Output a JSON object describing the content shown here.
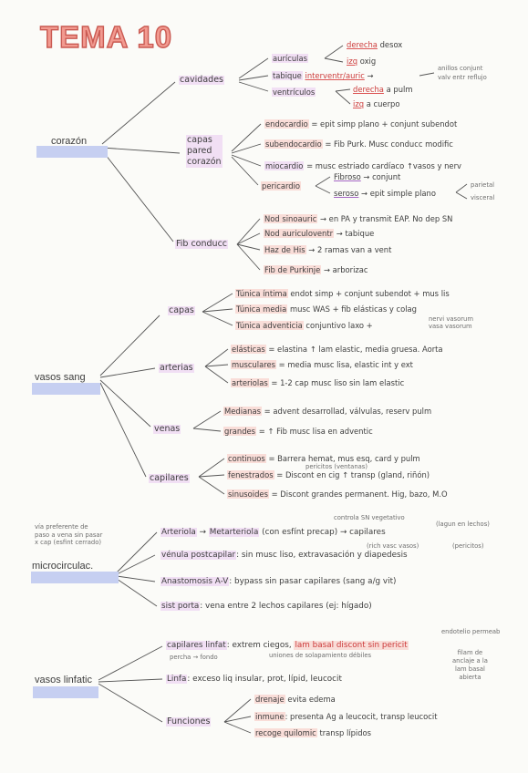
{
  "title": "TEMA 10",
  "sections": {
    "corazon": "corazón",
    "vasos_sang": "vasos sang",
    "microcirculac": "microcirculac.",
    "vasos_linfatic": "vasos linfatic"
  },
  "corazon": {
    "cavidades": "cavidades",
    "auriculas": "aurículas",
    "derecha_desox": [
      "derecha",
      "desox"
    ],
    "izq_oxig": [
      "izq",
      "oxig"
    ],
    "tabique": "tabique",
    "interventr": "interventr/auric",
    "anillos": [
      "anillos conjunt",
      "valv entr reflujo"
    ],
    "ventriculos": "ventrículos",
    "derecha_pulm": [
      "derecha",
      "a pulm"
    ],
    "izq_cuerpo": [
      "izq",
      "a cuerpo"
    ],
    "capas_pared": [
      "capas",
      "pared",
      "corazón"
    ],
    "endocardio": [
      "endocardio",
      "= epit simp plano + conjunt subendot"
    ],
    "subendocardio": [
      "subendocardio",
      "= Fib Purk. Musc conducc modific"
    ],
    "miocardio": [
      "miocardio",
      "= musc estriado cardíaco ↑vasos y nerv"
    ],
    "pericardio": "pericardio",
    "fibroso": [
      "Fibroso",
      "conjunt"
    ],
    "seroso": [
      "seroso",
      "epit simple plano"
    ],
    "parietal_visceral": [
      "parietal",
      "visceral"
    ],
    "fib_conducc": "Fib conducc",
    "nod_sinoauric": [
      "Nod sinoauric",
      "→ en PA y transmit EAP. No dep SN"
    ],
    "nod_auriculoventr": [
      "Nod auriculoventr",
      "→ tabique"
    ],
    "haz_his": [
      "Haz de His",
      "→ 2 ramas van a vent"
    ],
    "fib_purkinje": [
      "Fib de Purkinje",
      "→ arborizac"
    ]
  },
  "vasos": {
    "capas": "capas",
    "intima": [
      "Túnica íntima",
      "endot simp + conjunt subendot + mus lis"
    ],
    "media": [
      "Túnica media",
      "musc WAS + fib elásticas y colag"
    ],
    "adventicia": [
      "Túnica adventicia",
      "conjuntivo laxo +"
    ],
    "nervi": [
      "nervi vasorum",
      "vasa vasorum"
    ],
    "arterias": "arterias",
    "elasticas": [
      "elásticas",
      "= elastina ↑ lam elastic, media gruesa. Aorta"
    ],
    "musculares": [
      "musculares",
      "= media musc lisa, elastic int y ext"
    ],
    "arteriolas": [
      "arteriolas",
      "= 1-2 cap musc liso sin lam elastic"
    ],
    "venas": "venas",
    "medianas": [
      "Medianas",
      "= advent desarrollad, válvulas, reserv pulm"
    ],
    "grandes": [
      "grandes",
      "= ↑ Fib musc lisa en adventic"
    ],
    "capilares": "capilares",
    "continuos": [
      "continuos",
      "= Barrera hemat, mus esq, card y pulm"
    ],
    "pericitos": "pericitos (ventanas)",
    "fenestrados": [
      "fenestrados",
      "= Discont en cig ↑ transp (gland, riñón)"
    ],
    "sinusoides": [
      "sinusoides",
      "= Discont grandes permanent. Hig, bazo, M.O"
    ]
  },
  "micro": {
    "via_pref": [
      "vía preferente de",
      "paso a vena sin pasar",
      "x cap (esfint cerrado)"
    ],
    "controla": "controla SN vegetativo",
    "lagunas": "(lagun en lechos)",
    "arteriola": [
      "Arteriola",
      "→",
      "Metarteriola",
      "(con esfínt precap)",
      "→ capilares"
    ],
    "rich_vasc": "(rich vasc vasos)",
    "pericitos": "(pericitos)",
    "venula": [
      "vénula postcapilar",
      ": sin musc liso, extravasación y diapedesis"
    ],
    "anastomosis": [
      "Anastomosis A-V",
      ": bypass sin pasar capilares (sang a/g vit)"
    ],
    "sist_porta": [
      "sist porta",
      ": vena entre 2 lechos capilares (ej: hígado)"
    ]
  },
  "linf": {
    "endotelio": [
      "endotelio permeab",
      "filam de",
      "anclaje a la",
      "lam basal",
      "abierta"
    ],
    "capilares_linfat": [
      "capilares linfat",
      ": extrem ciegos,",
      "lam basal discont sin pericit"
    ],
    "uniones": "uniones de solapamiento débiles",
    "percha": "percha → fondo",
    "linfa": [
      "Linfa",
      ": exceso liq insular, prot, lípid, leucocit"
    ],
    "funciones": "Funciones",
    "drenaje": [
      "drenaje",
      "evita edema"
    ],
    "inmune": [
      "inmune",
      ": presenta Ag a leucocit, transp leucocit"
    ],
    "recoge": [
      "recoge quilomic",
      "transp lípidos"
    ]
  }
}
